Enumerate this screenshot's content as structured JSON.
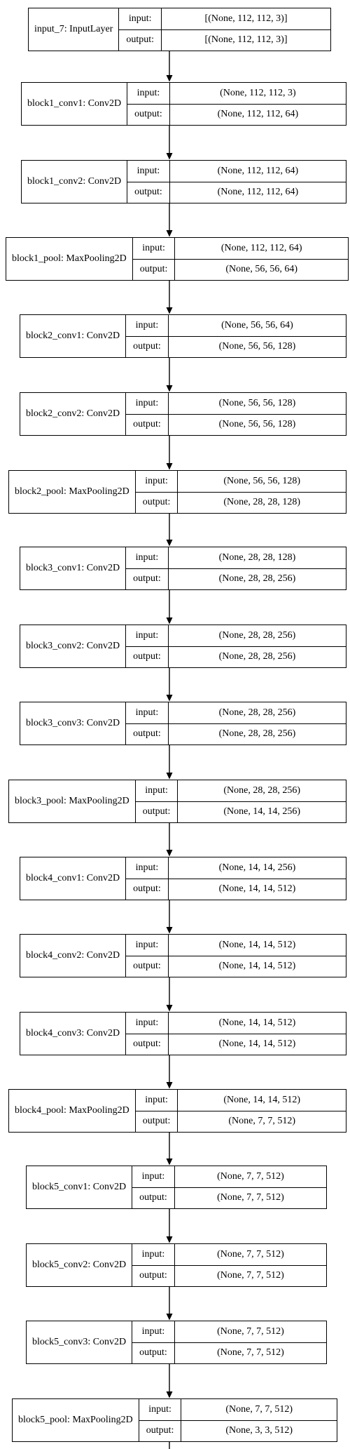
{
  "diagram": {
    "labels": {
      "input": "input:",
      "output": "output:"
    },
    "nodes": [
      {
        "name": "input_7: InputLayer",
        "input": "[(None, 112, 112, 3)]",
        "output": "[(None, 112, 112, 3)]"
      },
      {
        "name": "block1_conv1: Conv2D",
        "input": "(None, 112, 112, 3)",
        "output": "(None, 112, 112, 64)"
      },
      {
        "name": "block1_conv2: Conv2D",
        "input": "(None, 112, 112, 64)",
        "output": "(None, 112, 112, 64)"
      },
      {
        "name": "block1_pool: MaxPooling2D",
        "input": "(None, 112, 112, 64)",
        "output": "(None, 56, 56, 64)"
      },
      {
        "name": "block2_conv1: Conv2D",
        "input": "(None, 56, 56, 64)",
        "output": "(None, 56, 56, 128)"
      },
      {
        "name": "block2_conv2: Conv2D",
        "input": "(None, 56, 56, 128)",
        "output": "(None, 56, 56, 128)"
      },
      {
        "name": "block2_pool: MaxPooling2D",
        "input": "(None, 56, 56, 128)",
        "output": "(None, 28, 28, 128)"
      },
      {
        "name": "block3_conv1: Conv2D",
        "input": "(None, 28, 28, 128)",
        "output": "(None, 28, 28, 256)"
      },
      {
        "name": "block3_conv2: Conv2D",
        "input": "(None, 28, 28, 256)",
        "output": "(None, 28, 28, 256)"
      },
      {
        "name": "block3_conv3: Conv2D",
        "input": "(None, 28, 28, 256)",
        "output": "(None, 28, 28, 256)"
      },
      {
        "name": "block3_pool: MaxPooling2D",
        "input": "(None, 28, 28, 256)",
        "output": "(None, 14, 14, 256)"
      },
      {
        "name": "block4_conv1: Conv2D",
        "input": "(None, 14, 14, 256)",
        "output": "(None, 14, 14, 512)"
      },
      {
        "name": "block4_conv2: Conv2D",
        "input": "(None, 14, 14, 512)",
        "output": "(None, 14, 14, 512)"
      },
      {
        "name": "block4_conv3: Conv2D",
        "input": "(None, 14, 14, 512)",
        "output": "(None, 14, 14, 512)"
      },
      {
        "name": "block4_pool: MaxPooling2D",
        "input": "(None, 14, 14, 512)",
        "output": "(None, 7, 7, 512)"
      },
      {
        "name": "block5_conv1: Conv2D",
        "input": "(None, 7, 7, 512)",
        "output": "(None, 7, 7, 512)"
      },
      {
        "name": "block5_conv2: Conv2D",
        "input": "(None, 7, 7, 512)",
        "output": "(None, 7, 7, 512)"
      },
      {
        "name": "block5_conv3: Conv2D",
        "input": "(None, 7, 7, 512)",
        "output": "(None, 7, 7, 512)"
      },
      {
        "name": "block5_pool: MaxPooling2D",
        "input": "(None, 7, 7, 512)",
        "output": "(None, 3, 3, 512)"
      }
    ]
  }
}
